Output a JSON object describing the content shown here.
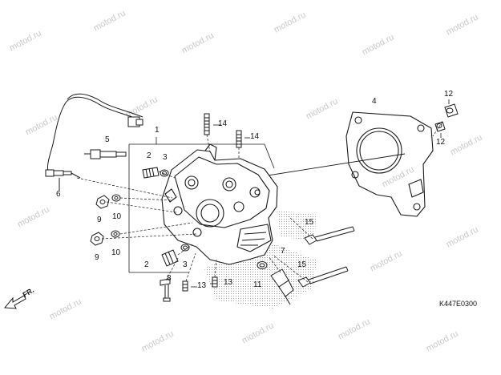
{
  "diagram": {
    "code": "K447E0300",
    "direction_label": "FR.",
    "watermark": "motod.ru",
    "callouts": [
      "1",
      "2",
      "2",
      "3",
      "3",
      "4",
      "5",
      "6",
      "7",
      "8",
      "9",
      "9",
      "10",
      "10",
      "11",
      "12",
      "12",
      "13",
      "13",
      "14",
      "14",
      "15",
      "15"
    ]
  },
  "colors": {
    "line": "#1a1a1a",
    "watermark": "#c9c9c9",
    "stipple": "#9a9a9a"
  }
}
